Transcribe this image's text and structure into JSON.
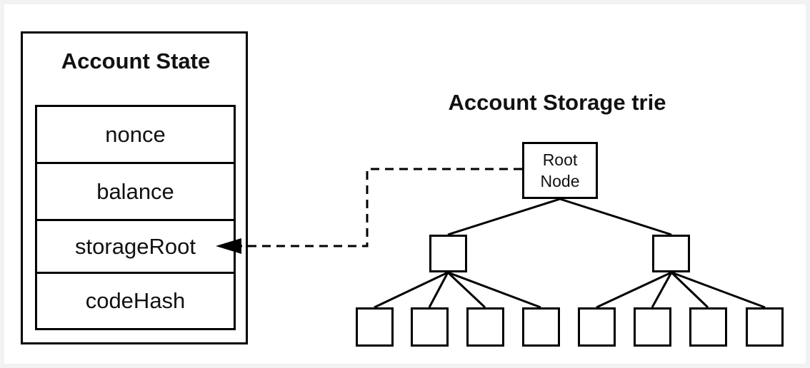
{
  "account_state": {
    "title": "Account State",
    "fields": [
      "nonce",
      "balance",
      "storageRoot",
      "codeHash"
    ]
  },
  "storage_trie": {
    "title": "Account Storage trie",
    "root_label_line1": "Root",
    "root_label_line2": "Node"
  },
  "colors": {
    "line": "#000000",
    "background": "#ffffff",
    "page": "#f2f2f2"
  }
}
